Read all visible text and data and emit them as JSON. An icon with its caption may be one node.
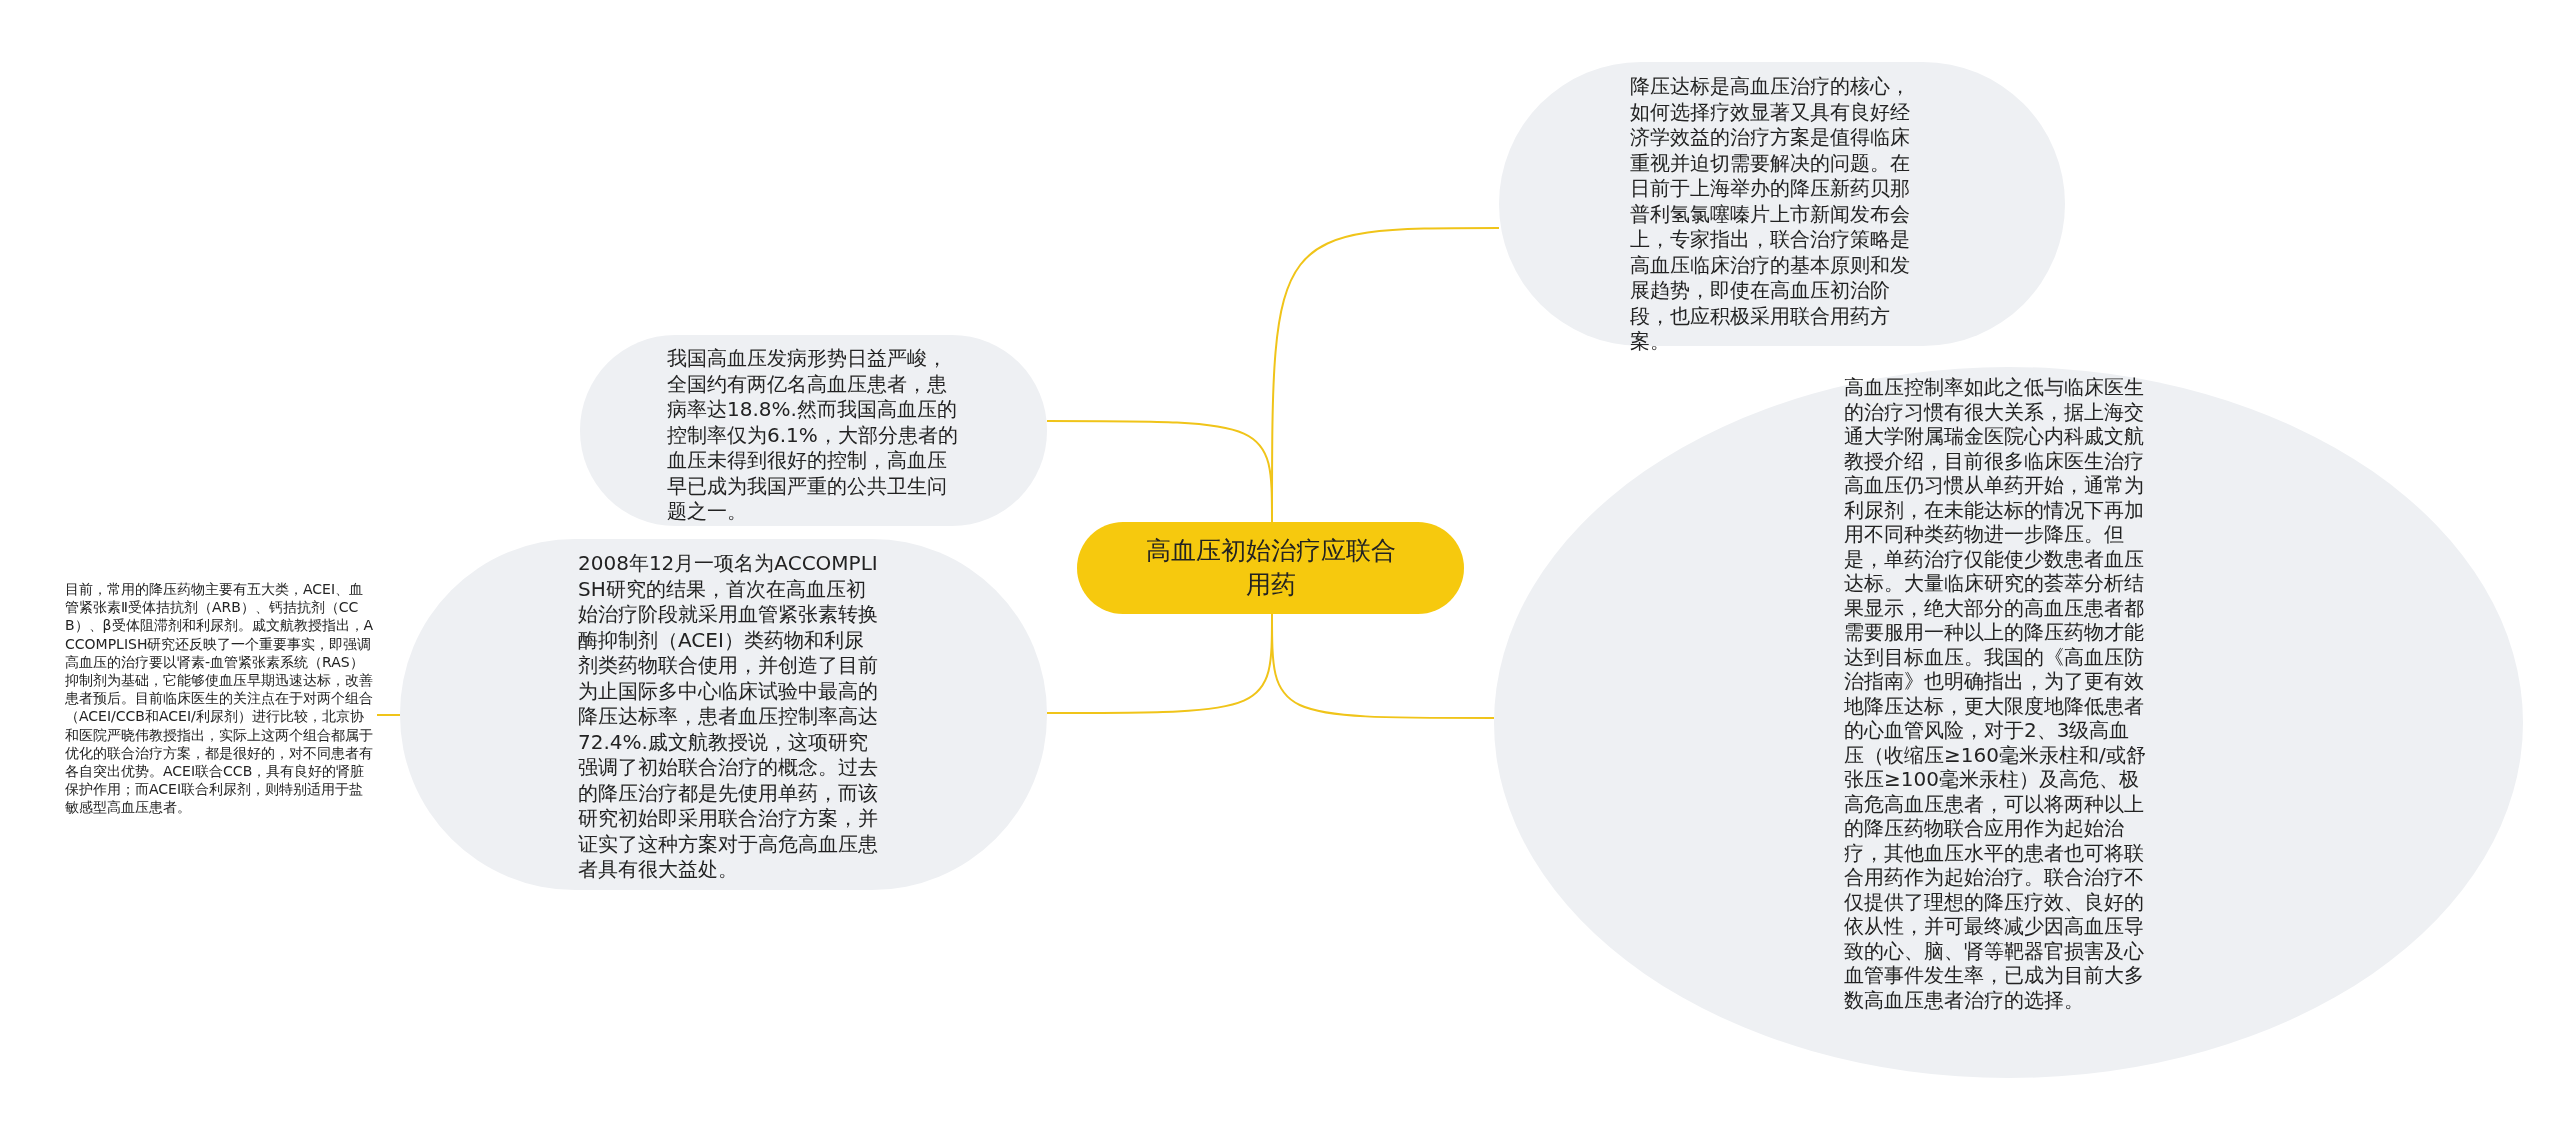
{
  "diagram": {
    "nodes": [
      {
        "text": [
          "高血压初始治疗应联合用药"
        ]
      },
      {
        "text": [
          "降压达标是高血压治疗的核心，如何选择疗效显著又具有良好经济学效益的治疗方案是值得临床重视并迫切需要解决的问题。在日前于上海举办的降压新药贝那普利氢氯噻嗪片上市新闻发布会上，专家指出，联合治疗策略是高血压临床治疗的基本原则和发展趋势，即使在高血压初治阶段，也应积极采用联合用药方案。"
        ]
      },
      {
        "text": [
          "我国高血压发病形势日益严峻，全国约有两亿名高血压患者，患病率达18.8%.然而我国高血压的控制率仅为6.1%，大部分患者的血压未得到很好的控制，高血压早已成为我国严重的公共卫生问题之一。"
        ]
      },
      {
        "text": [
          "2008年12月一项名为ACCOMPLISH研究的结果，首次在高血压初始治疗阶段就采用血管紧张素转换酶抑制剂（ACEI）类药物和利尿剂类药物联合使用，并创造了目前为止国际多中心临床试验中最高的降压达标率，患者血压控制率高达72.4%.戚文航教授说，这项研究强调了初始联合治疗的概念。过去的降压治疗都是先使用单药，而该研究初始即采用联合治疗方案，并证实了这种方案对于高危高血压患者具有很大益处。"
        ]
      },
      {
        "text": [
          "目前，常用的降压药物主要有五大类，ACEI、血管紧张素Ⅱ受体拮抗剂（ARB）、钙拮抗剂（CCB）、β受体阻滞剂和利尿剂。戚文航教授指出，ACCOMPLISH研究还反映了一个重要事实，即强调高血压的治疗要以肾素-血管紧张素系统（RAS）抑制剂为基础，它能够使血压早期迅速达标，改善患者预后。目前临床医生的关注点在于对两个组合（ACEI/CCB和ACEI/利尿剂）进行比较，北京协和医院严晓伟教授指出，实际上这两个组合都属于优化的联合治疗方案，都是很好的，对不同患者有各自突出优势。ACEI联合CCB，具有良好的肾脏保护作用；而ACEI联合利尿剂，则特别适用于盐敏感型高血压患者。"
        ]
      },
      {
        "text": [
          "高血压控制率如此之低与临床医生的治疗习惯有很大关系，据上海交通大学附属瑞金医院心内科戚文航教授介绍，目前很多临床医生治疗高血压仍习惯从单药开始，通常为利尿剂，在未能达标的情况下再加用不同种类药物进一步降压。但是，单药治疗仅能使少数患者血压达标。大量临床研究的荟萃分析结果显示，绝大部分的高血压患者都需要服用一种以上的降压药物才能达到目标血压。我国的《高血压防治指南》也明确指出，为了更有效地降压达标，更大限度地降低患者的心血管风险，对于2、3级高血压（收缩压≥160毫米汞柱和/或舒张压≥100毫米汞柱）及高危、极高危高血压患者，可以将两种以上的降压药物联合应用作为起始治疗，其他血压水平的患者也可将联合用药作为起始治疗。联合治疗不仅提供了理想的降压疗效、良好的依从性，并可最终减少因高血压导致的心、脑、肾等靶器官损害及心血管事件发生率，已成为目前大多数高血压患者治疗的选择。"
        ]
      }
    ],
    "edges": [
      {
        "from": 0,
        "to": 1,
        "arrow": "none"
      },
      {
        "from": 0,
        "to": 2,
        "arrow": "none"
      },
      {
        "from": 0,
        "to": 3,
        "arrow": "none"
      },
      {
        "from": 0,
        "to": 5,
        "arrow": "none"
      },
      {
        "from": 3,
        "to": 4,
        "arrow": "none"
      }
    ]
  }
}
